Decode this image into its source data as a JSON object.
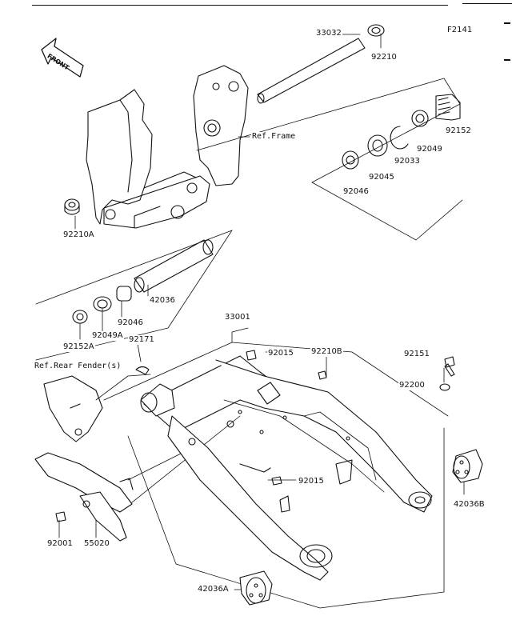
{
  "figure_id": "F2141",
  "front_label": "FRONT",
  "refs": {
    "frame": "Ref.Frame",
    "rear_fender": "Ref.Rear Fender(s)"
  },
  "parts": {
    "p33032": "33032",
    "p92210": "92210",
    "p92152": "92152",
    "p92049": "92049",
    "p92033": "92033",
    "p92045": "92045",
    "p92046_top": "92046",
    "p92210A": "92210A",
    "p42036": "42036",
    "p92046_mid": "92046",
    "p92049A": "92049A",
    "p92152A": "92152A",
    "p92171": "92171",
    "p33001": "33001",
    "p92015_a": "92015",
    "p92210B": "92210B",
    "p92151": "92151",
    "p92200": "92200",
    "p92015_b": "92015",
    "p42036B": "42036B",
    "p92001": "92001",
    "p55020": "55020",
    "p42036A": "42036A"
  }
}
